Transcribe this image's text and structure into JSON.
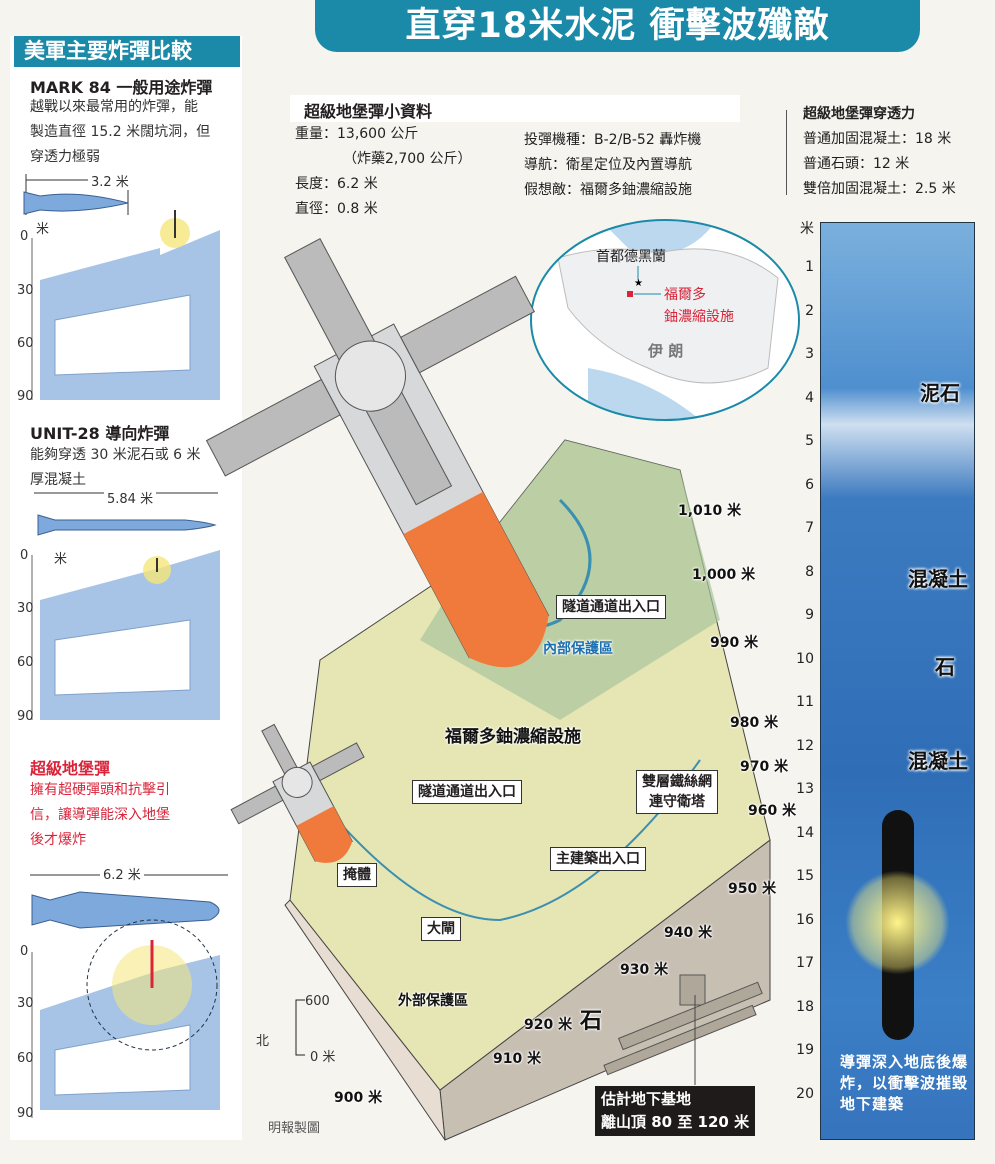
{
  "title": "直穿18米水泥 衝擊波殲敵",
  "left_panel": {
    "heading": "美軍主要炸彈比較",
    "bombs": [
      {
        "name": "MARK 84 一般用途炸彈",
        "desc": [
          "越戰以來最常用的炸彈，能",
          "製造直徑 15.2 米闊坑洞，但",
          "穿透力極弱"
        ],
        "length": "3.2 米"
      },
      {
        "name": "UNIT-28 導向炸彈",
        "desc": [
          "能夠穿透 30 米泥石或 6 米",
          "厚混凝土"
        ],
        "length": "5.84 米"
      },
      {
        "name": "超級地堡彈",
        "desc": [
          "擁有超硬彈頭和抗擊引",
          "信，讓導彈能深入地堡",
          "後才爆炸"
        ],
        "length": "6.2 米"
      }
    ],
    "depth_unit": "米",
    "depth_ticks": [
      "0",
      "30",
      "60",
      "90"
    ]
  },
  "fact_box": {
    "heading": "超級地堡彈小資料",
    "weight": "重量：13,600 公斤",
    "explosive": "（炸藥2,700 公斤）",
    "length": "長度：6.2 米",
    "diameter": "直徑：0.8 米",
    "aircraft": "投彈機種：B-2/B-52 轟炸機",
    "navigation": "導航：衛星定位及內置導航",
    "target": "假想敵：福爾多鈾濃縮設施"
  },
  "penetration": {
    "heading": "超級地堡彈穿透力",
    "lines": [
      "普通加固混凝土：18 米",
      "普通石頭：12 米",
      "雙倍加固混凝土：2.5 米"
    ],
    "ruler_unit": "米",
    "ruler": [
      "1",
      "2",
      "3",
      "4",
      "5",
      "6",
      "7",
      "8",
      "9",
      "10",
      "11",
      "12",
      "13",
      "14",
      "15",
      "16",
      "17",
      "18",
      "19",
      "20"
    ],
    "layers": [
      "泥石",
      "混凝土",
      "石",
      "混凝土"
    ],
    "note": "導彈深入地底後爆炸，以衝擊波摧毀地下建築"
  },
  "map": {
    "capital": "首都德黑蘭",
    "site": [
      "福爾多",
      "鈾濃縮設施"
    ],
    "country": "伊 朗"
  },
  "terrain": {
    "elevations": [
      "1,010 米",
      "1,000 米",
      "990 米",
      "980 米",
      "970 米",
      "960 米",
      "950 米",
      "940 米",
      "930 米",
      "920 米",
      "910 米",
      "900 米"
    ],
    "labels": {
      "tunnel1": "隧道通道出入口",
      "inner": "內部保護區",
      "facility": "福爾多鈾濃縮設施",
      "tunnel2": "隧道通道出入口",
      "fence": [
        "雙層鐵絲網",
        "連守衛塔"
      ],
      "main_entrance": "主建築出入口",
      "bunker": "掩體",
      "gate": "大閘",
      "outer": "外部保護區",
      "rock": "石",
      "base": [
        "估計地下基地",
        "離山頂 80 至 120 米"
      ]
    },
    "scale": {
      "top": "600",
      "bottom": "0 米",
      "north": "北"
    }
  },
  "credit": "明報製圖",
  "colors": {
    "teal": "#1a8aa8",
    "red": "#d9243a",
    "blue": "#3b78c0"
  }
}
